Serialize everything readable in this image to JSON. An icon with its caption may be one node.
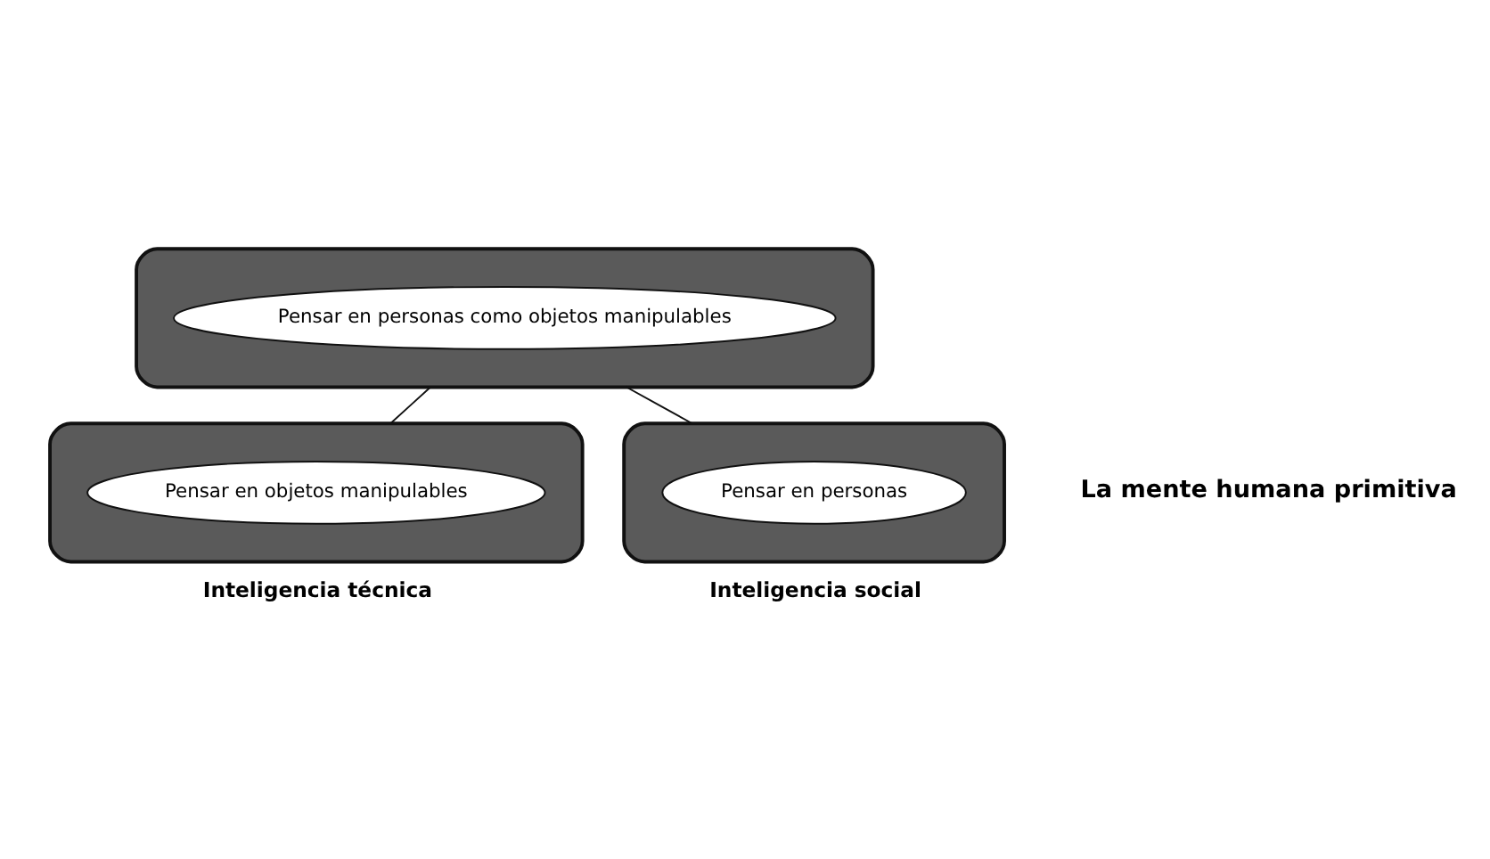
{
  "diagram": {
    "nodes": [
      {
        "text": [],
        "shape": "ellipse"
      },
      {
        "text": [
          "Pensar en personas como objetos manipulables"
        ],
        "in": 0
      },
      {
        "text": [],
        "shape": "ellipse",
        "beside": [
          "Inteligencia técnica"
        ]
      },
      {
        "text": [
          "Pensar en objetos manipulables"
        ],
        "in": 2
      },
      {
        "text": [],
        "shape": "ellipse",
        "beside": [
          "Inteligencia social"
        ]
      },
      {
        "text": [
          "Pensar en personas"
        ],
        "in": 4
      }
    ],
    "edges": [
      {
        "from": 2,
        "to": 0,
        "arrow": "none"
      },
      {
        "from": 4,
        "to": 0,
        "arrow": "none"
      }
    ],
    "labels": [
      "La mente humana primitiva"
    ]
  }
}
